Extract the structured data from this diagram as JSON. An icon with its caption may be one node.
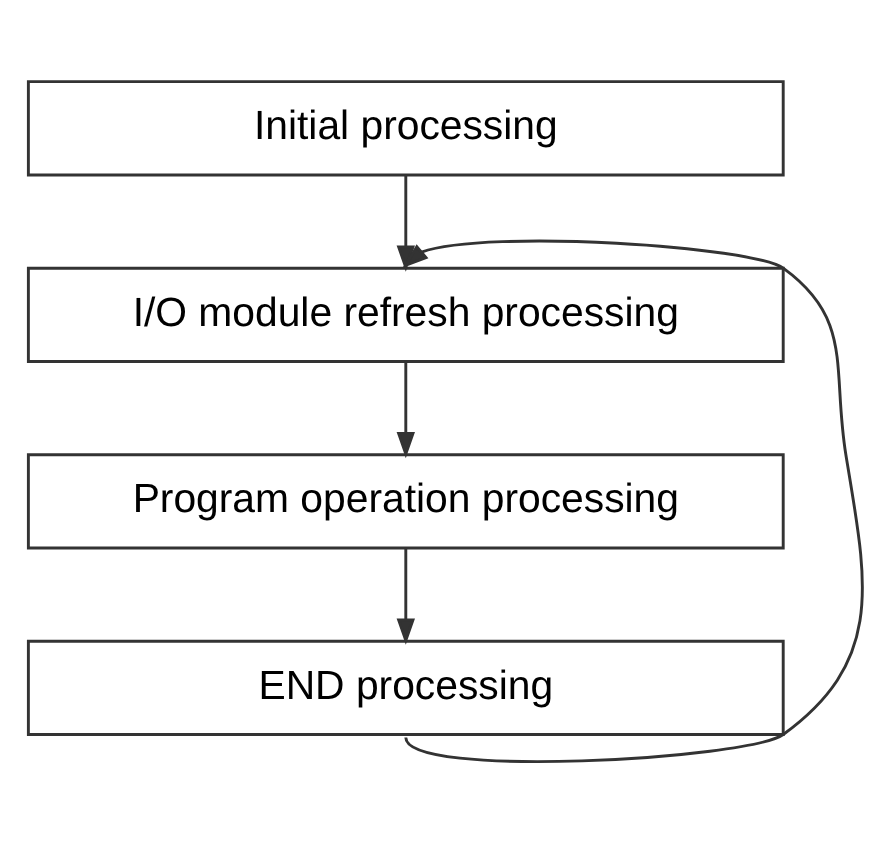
{
  "diagram": {
    "nodes": [
      {
        "text": [
          "Initial processing"
        ]
      },
      {
        "text": [
          "I/O module refresh processing"
        ]
      },
      {
        "text": [
          "Program operation processing"
        ]
      },
      {
        "text": [
          "END processing"
        ]
      }
    ],
    "edges": [
      {
        "from": 0,
        "to": 1,
        "arrow": "to"
      },
      {
        "from": 1,
        "to": 2,
        "arrow": "to"
      },
      {
        "from": 2,
        "to": 3,
        "arrow": "to"
      },
      {
        "from": 3,
        "to": 1,
        "arrow": "to"
      }
    ]
  }
}
